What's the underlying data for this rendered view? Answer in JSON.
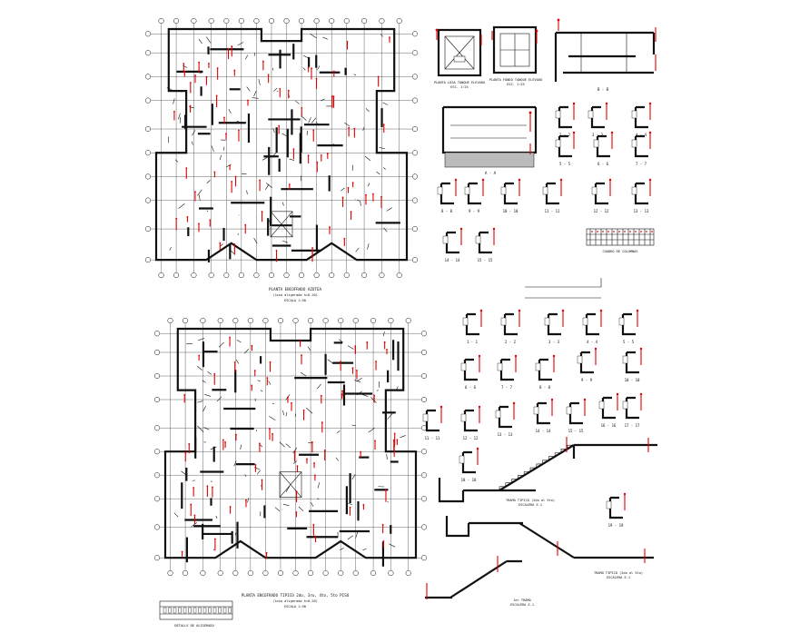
{
  "sheet": {
    "plan_top": {
      "caption_lines": [
        "PLANTA ENCOFRADO AZOTEA",
        "(losa aligerada h=0.20)",
        "ESCALA 1:50"
      ]
    },
    "plan_bottom": {
      "caption_lines": [
        "PLANTA ENCOFRADO TIPICO 2do, 3ro, 4to, 5to PISO",
        "(losa aligerada h=0.20)",
        "ESCALA 1:50"
      ]
    },
    "tank_details": {
      "left_caption": [
        "PLANTA LOSA TANQUE ELEVADO",
        "ESC. 1:25"
      ],
      "right_caption": [
        "PLANTA FONDO TANQUE ELEVADO",
        "ESC. 1:25"
      ],
      "section_label": "B - B",
      "cistern_label": "A - A"
    },
    "section_cuts_top": [
      "2 - 2",
      "3 - 3",
      "4 - 4",
      "5 - 5",
      "6 - 6",
      "7 - 7",
      "8 - 8",
      "9 - 9",
      "10 - 10",
      "11 - 11",
      "12 - 12",
      "13 - 13",
      "14 - 14",
      "15 - 15"
    ],
    "section_cuts_bottom": [
      "1 - 1",
      "2 - 2",
      "3 - 3",
      "4 - 4",
      "5 - 5",
      "6 - 6",
      "7 - 7",
      "8 - 8",
      "9 - 9",
      "10 - 10",
      "11 - 11",
      "12 - 12",
      "13 - 13",
      "14 - 14",
      "15 - 15",
      "16 - 16",
      "17 - 17",
      "18 - 18",
      "19 - 19"
    ],
    "stair_captions": [
      "TRAMO TIPICO (2do al 5to)",
      "ESCALERA E-1",
      "1er TRAMO",
      "ESCALERA E-1"
    ],
    "table_caption": "CUADRO DE COLUMNAS",
    "detail_caption": "DETALLE DE ALIGERADO"
  }
}
